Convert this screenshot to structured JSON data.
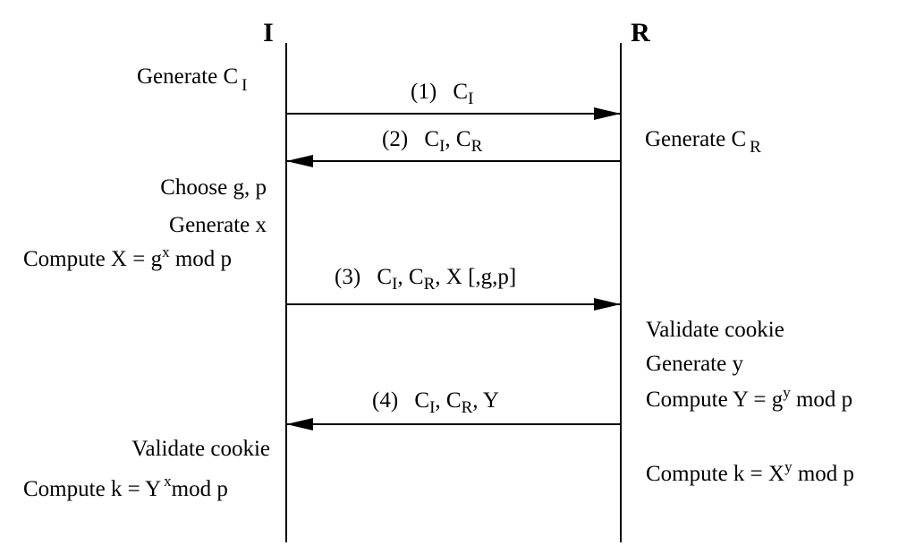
{
  "parties": {
    "initiator": "I",
    "responder": "R"
  },
  "messages": [
    {
      "num": "(1)",
      "content": [
        "C",
        "I"
      ]
    },
    {
      "num": "(2)",
      "content": [
        "C",
        "I",
        ", C",
        "R"
      ]
    },
    {
      "num": "(3)",
      "content": [
        "C",
        "I",
        ", C",
        "R",
        ", X [,g,p]"
      ]
    },
    {
      "num": "(4)",
      "content": [
        "C",
        "I",
        ", C",
        "R",
        ", Y"
      ]
    }
  ],
  "initiator_steps": {
    "generate_ci": [
      "Generate C",
      "I"
    ],
    "choose_gp": "Choose g, p",
    "generate_x": "Generate x",
    "compute_X": [
      "Compute X  = g",
      "x",
      " mod p"
    ],
    "validate_cookie": "Validate cookie",
    "compute_k": [
      "Compute k  = Y",
      "x",
      "mod p"
    ]
  },
  "responder_steps": {
    "generate_cr": [
      "Generate C",
      "R"
    ],
    "validate_cookie": "Validate cookie",
    "generate_y": "Generate y",
    "compute_Y": [
      "Compute Y  = g",
      "y",
      " mod p"
    ],
    "compute_k": [
      "Compute k  = X",
      "y",
      " mod p"
    ]
  }
}
